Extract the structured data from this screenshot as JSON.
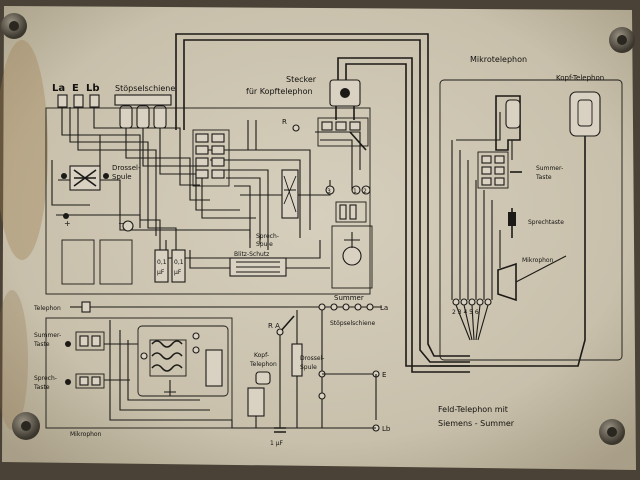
{
  "plate": {
    "colors": {
      "plate": "#cfc8b6",
      "ink": "#1c1a17",
      "frame": "#4a4236"
    },
    "labels": {
      "la": "La",
      "e": "E",
      "lb": "Lb",
      "stopsel_top": "Stöpselschiene",
      "stecker_line1": "Stecker",
      "stecker_line2": "für Kopftelephon",
      "drossel_line1": "Drossel-",
      "drossel_line2": "Spule",
      "sprech_line1": "Sprech-",
      "sprech_line2": "Spule",
      "blitz": "Blitz-Schutz",
      "cap1_val": "0,1",
      "cap1_unit": "µF",
      "cap2_val": "0,1",
      "cap2_unit": "µF",
      "summer": "Summer",
      "mikrotelephon": "Mikrotelephon",
      "kopf_telephon": "Kopf-Telephon",
      "summer_taste_line1": "Summer-",
      "summer_taste_line2": "Taste",
      "sprechtaste": "Sprechtaste",
      "mikrophon": "Mikrophon",
      "term_numbers": "2 3 4 5 6",
      "telephon": "Telephon",
      "la2": "La",
      "stopsel_bottom": "Stöpselschiene",
      "summer_taste2_line1": "Summer-",
      "summer_taste2_line2": "Taste",
      "sprech_taste2_line1": "Sprech-",
      "sprech_taste2_line2": "Taste",
      "mikrophon2": "Mikrophon",
      "kopf_tel2_line1": "Kopf-",
      "kopf_tel2_line2": "Telephon",
      "drossel2_line1": "Drossel-",
      "drossel2_line2": "Spule",
      "cap3": "1 µF",
      "e2": "E",
      "lb2": "Lb",
      "r_a": "R A",
      "r_top": "R",
      "title_line1": "Feld-Telephon mit",
      "title_line2": "Siemens - Summer"
    }
  }
}
